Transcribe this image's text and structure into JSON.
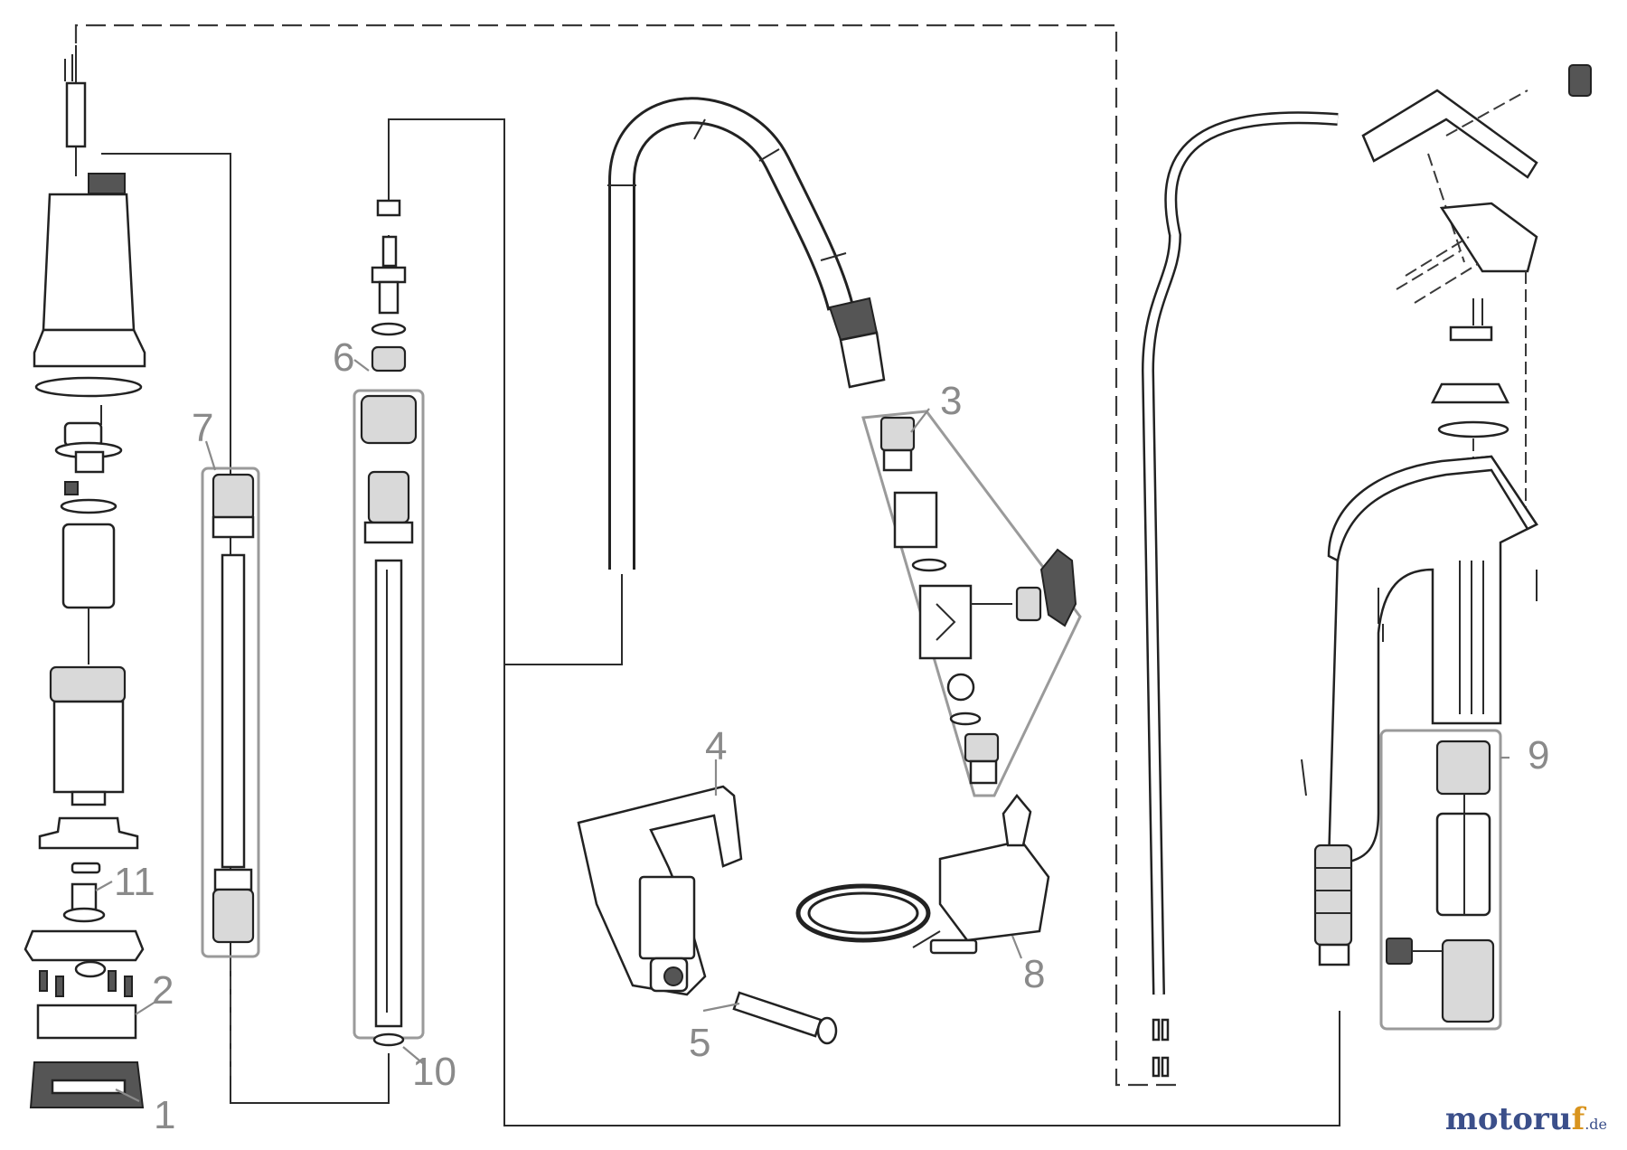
{
  "callouts": {
    "c1": "1",
    "c2": "2",
    "c3": "3",
    "c4": "4",
    "c5": "5",
    "c6": "6",
    "c7": "7",
    "c8": "8",
    "c9": "9",
    "c10": "10",
    "c11": "11"
  },
  "watermark": {
    "main": "motoru",
    "accent": "f",
    "tld": ".de"
  }
}
